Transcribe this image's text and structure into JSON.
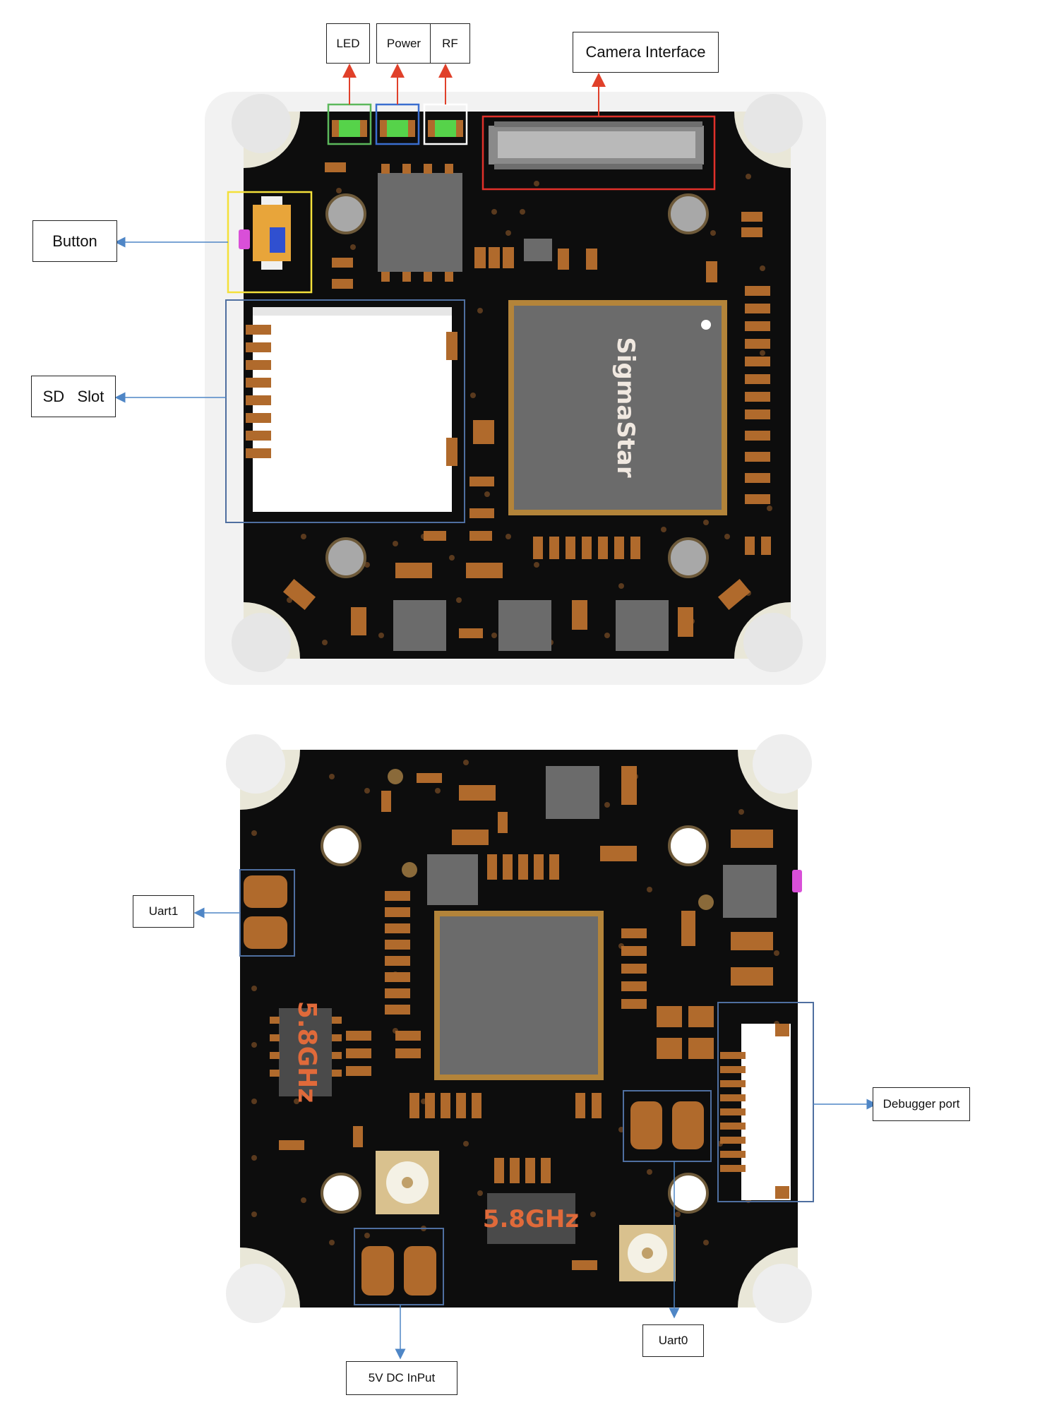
{
  "top_board": {
    "chip_brand": "SigmaStar",
    "labels": {
      "led": "LED",
      "power": "Power",
      "rf": "RF",
      "camera": "Camera Interface",
      "button": "Button",
      "sd_slot": "SD   Slot"
    }
  },
  "bottom_board": {
    "rf_marking_left": "5.8GHz",
    "rf_marking_bottom": "5.8GHz",
    "labels": {
      "uart1": "Uart1",
      "debugger": "Debugger port",
      "uart0": "Uart0",
      "dc_input": "5V DC InPut"
    }
  },
  "colors": {
    "pcb": "#0d0d0d",
    "pad": "#b06a2c",
    "component_gray": "#6b6b6b",
    "via": "#5a3a1e",
    "arrow_red": "#e0402a",
    "arrow_blue": "#4f86c6",
    "led_box": "#5cb85c",
    "power_box": "#3a6ecf",
    "rf_box": "#ffffff",
    "camera_box": "#e0302a",
    "button_box": "#f4e03a",
    "sd_box": "#4f6fa0",
    "button_pink": "#d94fd8",
    "corner_mount": "#e9e7d8"
  }
}
